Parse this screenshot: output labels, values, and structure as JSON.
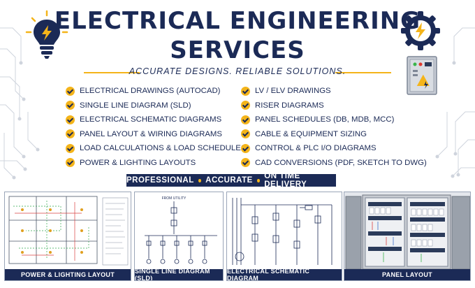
{
  "header": {
    "title_line1": "ELECTRICAL ENGINEERING",
    "title_line2": "SERVICES",
    "tagline": "ACCURATE DESIGNS. RELIABLE SOLUTIONS."
  },
  "features_left": [
    "ELECTRICAL DRAWINGS (AUTOCAD)",
    "SINGLE LINE DIAGRAM (SLD)",
    "ELECTRICAL SCHEMATIC DIAGRAMS",
    "PANEL LAYOUT & WIRING DIAGRAMS",
    "LOAD CALCULATIONS & LOAD SCHEDULES",
    "POWER & LIGHTING LAYOUTS"
  ],
  "features_right": [
    "LV / ELV DRAWINGS",
    "RISER DIAGRAMS",
    "PANEL SCHEDULES (DB, MDB, MCC)",
    "CABLE & EQUIPMENT SIZING",
    "CONTROL & PLC I/O DIAGRAMS",
    "CAD CONVERSIONS (PDF, SKETCH TO DWG)"
  ],
  "delivery": {
    "item1": "PROFESSIONAL",
    "item2": "ACCURATE",
    "item3": "ON TIME DELIVERY"
  },
  "panels": [
    {
      "caption": "POWER & LIGHTING LAYOUT"
    },
    {
      "caption": "SINGLE LINE DIAGRAM (SLD)",
      "sld_top_label": "FROM UTILITY"
    },
    {
      "caption": "ELECTRICAL SCHEMATIC DIAGRAM"
    },
    {
      "caption": "PANEL LAYOUT"
    }
  ],
  "icons": {
    "bulb": "lightbulb-bolt-icon",
    "gear": "gear-bolt-icon",
    "electrical_panel": "electrical-panel-icon",
    "check": "check-circle-icon"
  },
  "colors": {
    "navy": "#1b2a56",
    "accent_yellow": "#f4b41a",
    "circuit_gray": "#c9ced8"
  }
}
